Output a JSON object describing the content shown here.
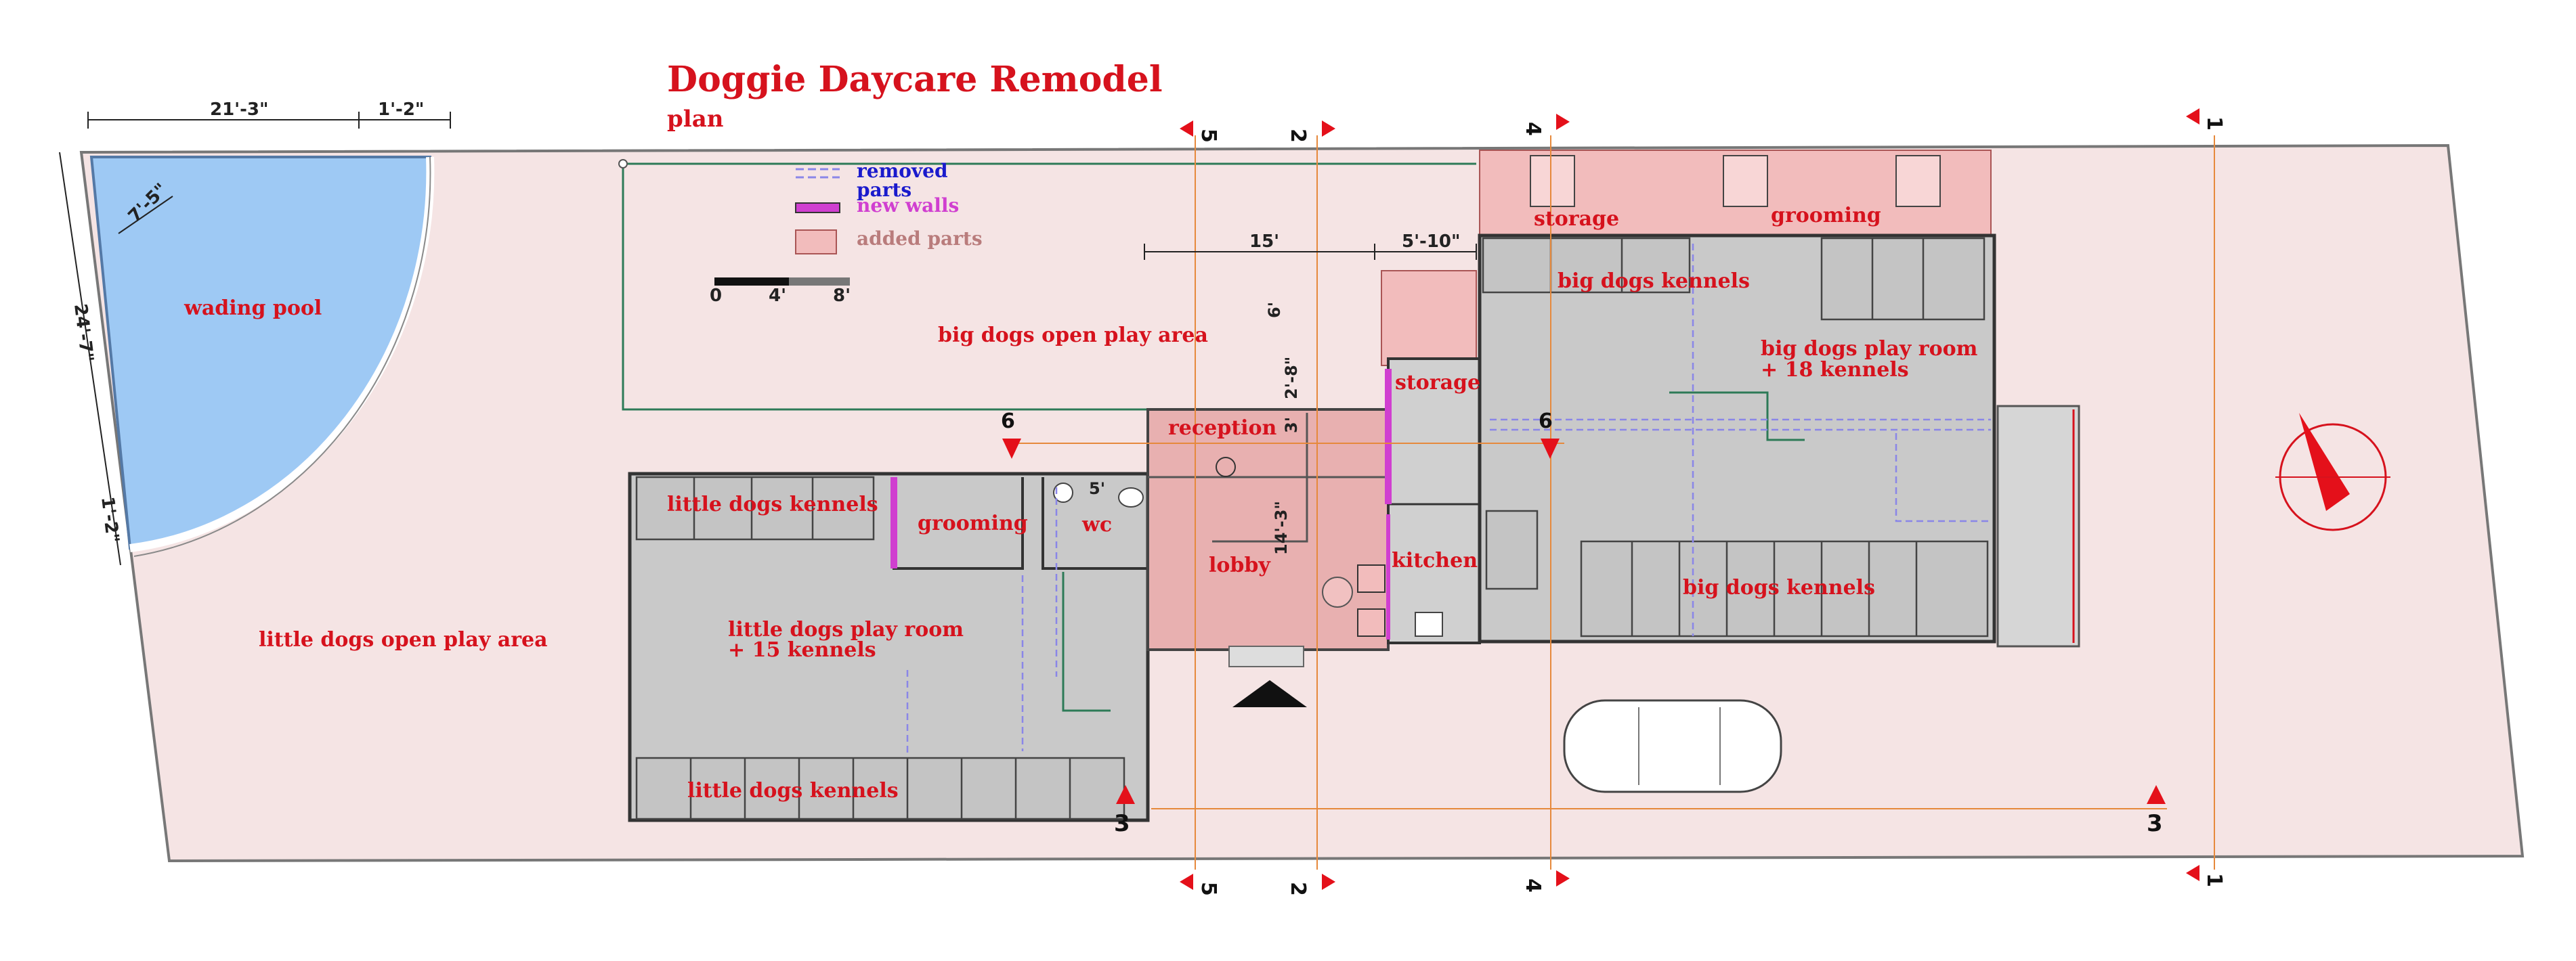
{
  "title": "Doggie Daycare Remodel",
  "subtitle": "plan",
  "legend": {
    "removed": "removed parts",
    "removed_line1": "removed",
    "removed_line2": "parts",
    "new_walls": "new walls",
    "added": "added parts"
  },
  "scale_bar": {
    "labels": [
      "0",
      "4'",
      "8'"
    ]
  },
  "dimensions": {
    "top_a": "21'-3\"",
    "top_b": "1'-2\"",
    "pool_radius": "7'-5\"",
    "left_a": "24'-7\"",
    "left_b": "1'-2\"",
    "span_15": "15'",
    "span_5_10": "5'-10\"",
    "span_6": "6'",
    "span_2_8": "2'-8\"",
    "span_3": "3'",
    "wc_5": "5'",
    "lobby_14_3": "14'-3\""
  },
  "rooms": {
    "wading_pool": "wading pool",
    "big_open": "big dogs open play area",
    "little_open": "little dogs open play area",
    "little_kennels_top": "little dogs kennels",
    "grooming_left": "grooming",
    "wc": "wc",
    "little_playroom_1": "little dogs play room",
    "little_playroom_2": "+ 15 kennels",
    "little_kennels_bottom": "little dogs kennels",
    "reception": "reception",
    "lobby": "lobby",
    "storage_small": "storage",
    "kitchen": "kitchen",
    "storage_top": "storage",
    "grooming_top": "grooming",
    "big_kennels_top": "big dogs kennels",
    "big_playroom_1": "big dogs play room",
    "big_playroom_2": "+ 18 kennels",
    "big_kennels_bottom": "big dogs kennels"
  },
  "section_marks": [
    "1",
    "2",
    "3",
    "4",
    "5",
    "6"
  ],
  "colors": {
    "title": "#d6121d",
    "site_fill": "#f5e4e4",
    "added_fill": "#f2bcbc",
    "new_wall": "#d03fd0",
    "removed_line": "#8a86e8",
    "pool": "#9ec9f4",
    "grid": "#e6893c",
    "kennel": "#c4c4c4"
  }
}
